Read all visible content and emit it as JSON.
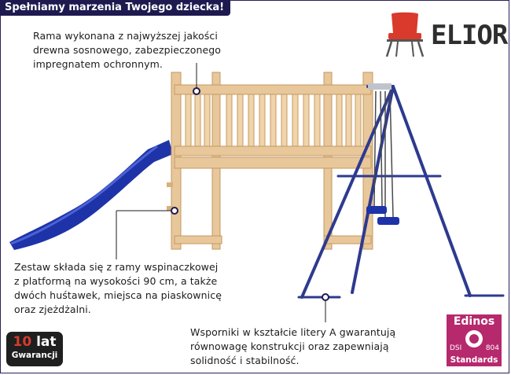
{
  "header": {
    "title": "Spełniamy marzenia Twojego dziecka!"
  },
  "brand": {
    "name": "ELIOR",
    "icon": "chair-icon"
  },
  "notes": {
    "frame": [
      "Rama wykonana z najwyższej jakości",
      "drewna sosnowego, zabezpieczonego",
      "impregnatem ochronnym."
    ],
    "set": [
      "Zestaw składa się z ramy wspinaczkowej",
      "z platformą na wysokości 90 cm, a także",
      "dwóch huśtawek, miejsca na piaskownicę",
      "oraz zjeżdżalni."
    ],
    "supports": [
      "Wsporniki w kształcie litery A gwarantują",
      "równowagę konstrukcji oraz zapewniają",
      "solidność i stabilność."
    ]
  },
  "warranty": {
    "years": "10",
    "years_unit": "lat",
    "label": "Gwarancji"
  },
  "certificate": {
    "title": "Edinos",
    "dsi": "DSI",
    "number": "804",
    "standards": "Standards"
  },
  "colors": {
    "title_bg": "#1e1a4f",
    "wood": "#e8c79a",
    "slide": "#1f33a8",
    "frame_steel": "#2d3a8f",
    "badge": "#b6296d"
  }
}
